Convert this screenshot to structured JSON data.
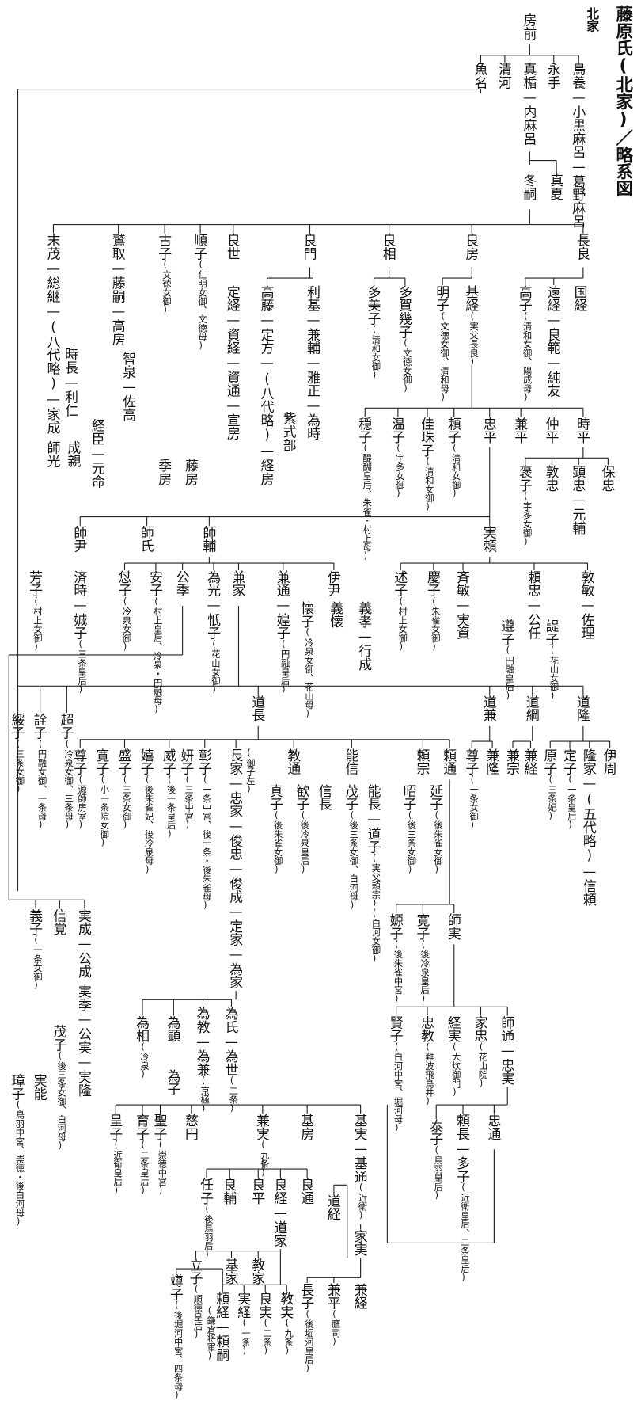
{
  "title": "藤原氏(北家)／略系図",
  "subtitle": "北家",
  "nodes": [
    {
      "name": "房前"
    },
    {
      "name": "鳥養—小黒麻呂—葛野麻呂"
    },
    {
      "name": "永手"
    },
    {
      "name": "真楯—内麻呂"
    },
    {
      "name": "清河"
    },
    {
      "name": "魚名"
    },
    {
      "name": "冬嗣"
    },
    {
      "name": "真夏"
    },
    {
      "name": "長良"
    },
    {
      "name": "良房"
    },
    {
      "name": "良相"
    },
    {
      "name": "良門"
    },
    {
      "name": "良世"
    },
    {
      "name": "順子",
      "note": "(仁明女御、文徳母)"
    },
    {
      "name": "古子",
      "note": "(文徳女御)"
    },
    {
      "name": "鷲取—藤嗣—高房"
    },
    {
      "name": "末茂—総継—(八代略)—家成"
    },
    {
      "name": "国経"
    },
    {
      "name": "遠経—良範—純友"
    },
    {
      "name": "高子",
      "note": "(清和女御、陽成母)"
    },
    {
      "name": "基経",
      "note": "(実父長良)"
    },
    {
      "name": "明子",
      "note": "(文徳女御、清和母)"
    },
    {
      "name": "多賀幾子",
      "note": "(文徳女御)"
    },
    {
      "name": "多美子",
      "note": "(清和女御)"
    },
    {
      "name": "利基—兼輔—雅正—為時"
    },
    {
      "name": "高藤—定方—(八代略)—経房"
    },
    {
      "name": "紫式部"
    },
    {
      "name": "定経—資経—資通—宣房"
    },
    {
      "name": "藤房"
    },
    {
      "name": "季房"
    },
    {
      "name": "智泉—佐高"
    },
    {
      "name": "時長—利仁"
    },
    {
      "name": "経臣—元命"
    },
    {
      "name": "成親"
    },
    {
      "name": "師光"
    },
    {
      "name": "時平"
    },
    {
      "name": "仲平"
    },
    {
      "name": "兼平"
    },
    {
      "name": "忠平"
    },
    {
      "name": "頼子",
      "note": "(清和女御)"
    },
    {
      "name": "佳珠子",
      "note": "(清和女御)"
    },
    {
      "name": "温子",
      "note": "(宇多女御)"
    },
    {
      "name": "穏子",
      "note": "(醍醐皇后、朱雀・村上母)"
    },
    {
      "name": "保忠"
    },
    {
      "name": "顕忠—元輔"
    },
    {
      "name": "敦忠"
    },
    {
      "name": "褒子",
      "note": "(宇多女御)"
    },
    {
      "name": "実頼"
    },
    {
      "name": "師輔"
    },
    {
      "name": "師氏"
    },
    {
      "name": "師尹"
    },
    {
      "name": "済時—娍子",
      "note": "(三条皇后)"
    },
    {
      "name": "芳子",
      "note": "(村上女御)"
    },
    {
      "name": "伊尹"
    },
    {
      "name": "兼通—媓子",
      "note": "(円融皇后)"
    },
    {
      "name": "兼家"
    },
    {
      "name": "為光—忯子",
      "note": "(花山女御)"
    },
    {
      "name": "公季"
    },
    {
      "name": "安子",
      "note": "(村上皇后、冷泉・円融母)"
    },
    {
      "name": "怤子",
      "note": "(冷泉女御)"
    },
    {
      "name": "義孝—行成"
    },
    {
      "name": "義懐"
    },
    {
      "name": "懐子",
      "note": "(冷泉女御、花山母)"
    },
    {
      "name": "敦敏—佐理"
    },
    {
      "name": "頼忠—公任"
    },
    {
      "name": "諟子",
      "note": "(花山女御)"
    },
    {
      "name": "遵子",
      "note": "(円融皇后)"
    },
    {
      "name": "斉敏—実資"
    },
    {
      "name": "慶子",
      "note": "(朱雀女御)"
    },
    {
      "name": "述子",
      "note": "(村上女御)"
    },
    {
      "name": "道隆"
    },
    {
      "name": "道綱"
    },
    {
      "name": "道兼"
    },
    {
      "name": "道長"
    },
    {
      "name": "超子",
      "note": "(冷泉女御、三条母)"
    },
    {
      "name": "詮子",
      "note": "(円融女御、一条母)"
    },
    {
      "name": "綏子",
      "note": "(三条女御)"
    },
    {
      "name": "伊周"
    },
    {
      "name": "隆家—(五代略)—信頼"
    },
    {
      "name": "定子",
      "note": "(一条皇后)"
    },
    {
      "name": "原子",
      "note": "(三条妃)"
    },
    {
      "name": "兼経"
    },
    {
      "name": "兼宗"
    },
    {
      "name": "兼隆"
    },
    {
      "name": "尊子",
      "note": "(一条女御)"
    },
    {
      "name": "頼通"
    },
    {
      "name": "頼宗"
    },
    {
      "name": "能信"
    },
    {
      "name": "教通"
    },
    {
      "name": "長家—忠家—俊忠—俊成—定家—為家",
      "note": "(御子左)"
    },
    {
      "name": "彰子",
      "note": "(一条中宮、後一条・後朱雀母)"
    },
    {
      "name": "妍子",
      "note": "(三条中宮)"
    },
    {
      "name": "威子",
      "note": "(後一条皇后)"
    },
    {
      "name": "嬉子",
      "note": "(後朱雀妃、後冷泉母)"
    },
    {
      "name": "盛子",
      "note": "(三条女御)"
    },
    {
      "name": "寛子",
      "note": "(小一条院女御)"
    },
    {
      "name": "尊子",
      "note": "(源師房室)"
    },
    {
      "name": "延子",
      "note": "(後朱雀女御)"
    },
    {
      "name": "昭子",
      "note": "(後三条女御)"
    },
    {
      "name": "能長—道子",
      "note": "(実父頼宗)(白河女御)"
    },
    {
      "name": "茂子",
      "note": "(後三条女御、白河母)"
    },
    {
      "name": "信長"
    },
    {
      "name": "歓子",
      "note": "(後冷泉皇后)"
    },
    {
      "name": "真子",
      "note": "(後朱雀女御)"
    },
    {
      "name": "為氏—為世",
      "note": "(二条)"
    },
    {
      "name": "為教—為兼",
      "note": "(京極)"
    },
    {
      "name": "為顕"
    },
    {
      "name": "為相",
      "note": "(冷泉)"
    },
    {
      "name": "為子"
    },
    {
      "name": "師実"
    },
    {
      "name": "寛子",
      "note": "(後冷泉皇后)"
    },
    {
      "name": "嫄子",
      "note": "(後朱雀中宮)"
    },
    {
      "name": "義子",
      "note": "(一条女御)"
    },
    {
      "name": "信覚"
    },
    {
      "name": "実成—公成"
    },
    {
      "name": "実季—公実—実隆"
    },
    {
      "name": "茂子",
      "note": "(後三条女御、白河母)"
    },
    {
      "name": "実能"
    },
    {
      "name": "璋子",
      "note": "(鳥羽中宮、崇徳・後白河母)"
    },
    {
      "name": "師通—忠実"
    },
    {
      "name": "家忠",
      "note": "(花山院)"
    },
    {
      "name": "経実",
      "note": "(大炊御門)"
    },
    {
      "name": "忠教",
      "note": "(難波飛鳥井)"
    },
    {
      "name": "賢子",
      "note": "(白河中宮、堀河母)"
    },
    {
      "name": "忠通"
    },
    {
      "name": "頼長—多子",
      "note": "(近衛皇后、二条皇后)"
    },
    {
      "name": "泰子",
      "note": "(鳥羽皇后)"
    },
    {
      "name": "基実—基通",
      "note": "(近衛)"
    },
    {
      "name": "基房"
    },
    {
      "name": "兼実",
      "note": "(九条)"
    },
    {
      "name": "慈円"
    },
    {
      "name": "聖子",
      "note": "(崇徳中宮)"
    },
    {
      "name": "育子",
      "note": "(二条皇后)"
    },
    {
      "name": "呈子",
      "note": "(近衛皇后)"
    },
    {
      "name": "良通"
    },
    {
      "name": "良経—道家"
    },
    {
      "name": "良平"
    },
    {
      "name": "良輔"
    },
    {
      "name": "任子",
      "note": "(後鳥羽后)"
    },
    {
      "name": "教家"
    },
    {
      "name": "基家"
    },
    {
      "name": "立子",
      "note": "(順徳皇后)"
    },
    {
      "name": "教実",
      "note": "(九条)"
    },
    {
      "name": "良実",
      "note": "(二条)"
    },
    {
      "name": "実経",
      "note": "(一条)"
    },
    {
      "name": "頼経—頼嗣",
      "note": "(鎌倉将軍)"
    },
    {
      "name": "竴子",
      "note": "(後堀河中宮、四条母)"
    },
    {
      "name": "家実"
    },
    {
      "name": "道経"
    },
    {
      "name": "兼経"
    },
    {
      "name": "兼平",
      "note": "(鷹司)"
    },
    {
      "name": "長子",
      "note": "(後堀河皇后)"
    }
  ]
}
